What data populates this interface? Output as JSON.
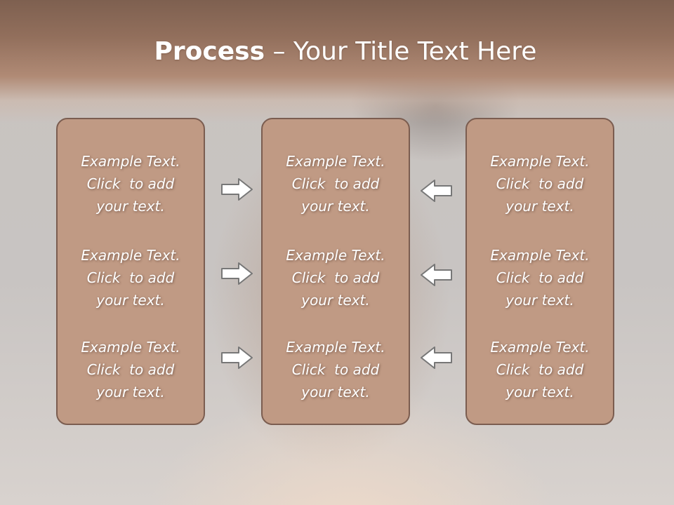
{
  "title": {
    "bold": "Process",
    "rest": " – Your Title Text Here"
  },
  "panels": [
    {
      "items": [
        {
          "line1": "Example Text.",
          "line2": "Click  to add",
          "line3": "your text."
        },
        {
          "line1": "Example Text.",
          "line2": "Click  to add",
          "line3": "your text."
        },
        {
          "line1": "Example Text.",
          "line2": "Click  to add",
          "line3": "your text."
        }
      ]
    },
    {
      "items": [
        {
          "line1": "Example Text.",
          "line2": "Click  to add",
          "line3": "your text."
        },
        {
          "line1": "Example Text.",
          "line2": "Click  to add",
          "line3": "your text."
        },
        {
          "line1": "Example Text.",
          "line2": "Click  to add",
          "line3": "your text."
        }
      ]
    },
    {
      "items": [
        {
          "line1": "Example Text.",
          "line2": "Click  to add",
          "line3": "your text."
        },
        {
          "line1": "Example Text.",
          "line2": "Click  to add",
          "line3": "your text."
        },
        {
          "line1": "Example Text.",
          "line2": "Click  to add",
          "line3": "your text."
        }
      ]
    }
  ],
  "arrows": [
    {
      "icon": "arrow-right-icon"
    },
    {
      "icon": "arrow-left-icon"
    }
  ],
  "colors": {
    "panel_fill": "#c09a84",
    "panel_border": "#7b5d50",
    "header": "#926f5c"
  }
}
